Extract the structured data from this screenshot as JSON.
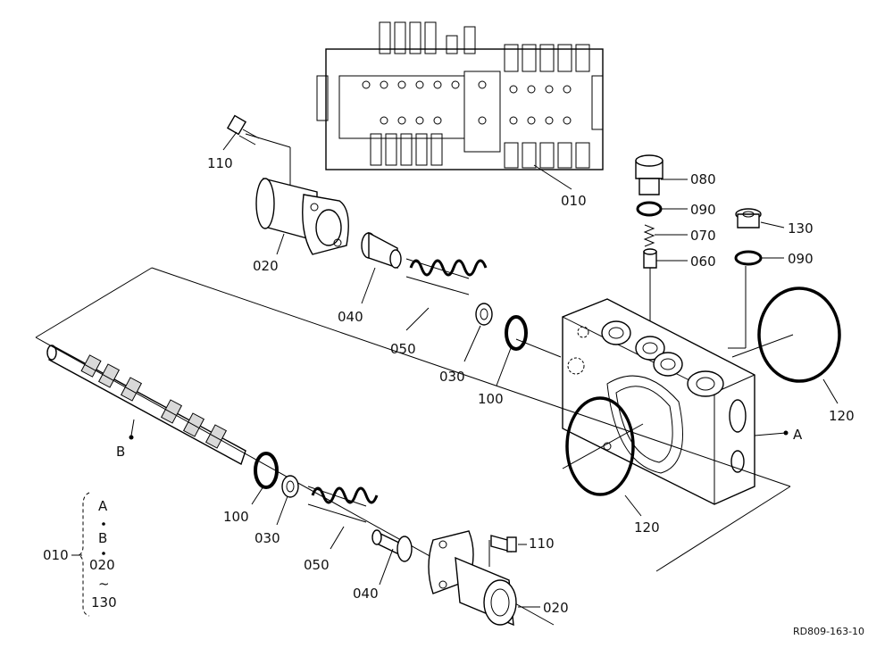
{
  "diagram": {
    "reference_code": "RD809-163-10",
    "labels": {
      "p010": "010",
      "p020_top": "020",
      "p020_bottom": "020",
      "p030_top": "030",
      "p030_bottom": "030",
      "p040_top": "040",
      "p040_bottom": "040",
      "p050_top": "050",
      "p050_bottom": "050",
      "p060": "060",
      "p070": "070",
      "p080": "080",
      "p090_a": "090",
      "p090_b": "090",
      "p100_top": "100",
      "p100_bottom": "100",
      "p110_top": "110",
      "p110_bottom": "110",
      "p120_right": "120",
      "p120_center": "120",
      "p130": "130",
      "ptA": "A",
      "ptB": "B"
    },
    "assembly_note": {
      "part": "010",
      "line1": "A",
      "line2": "B",
      "line3": "020",
      "tilde": "~",
      "line4": "130"
    }
  }
}
